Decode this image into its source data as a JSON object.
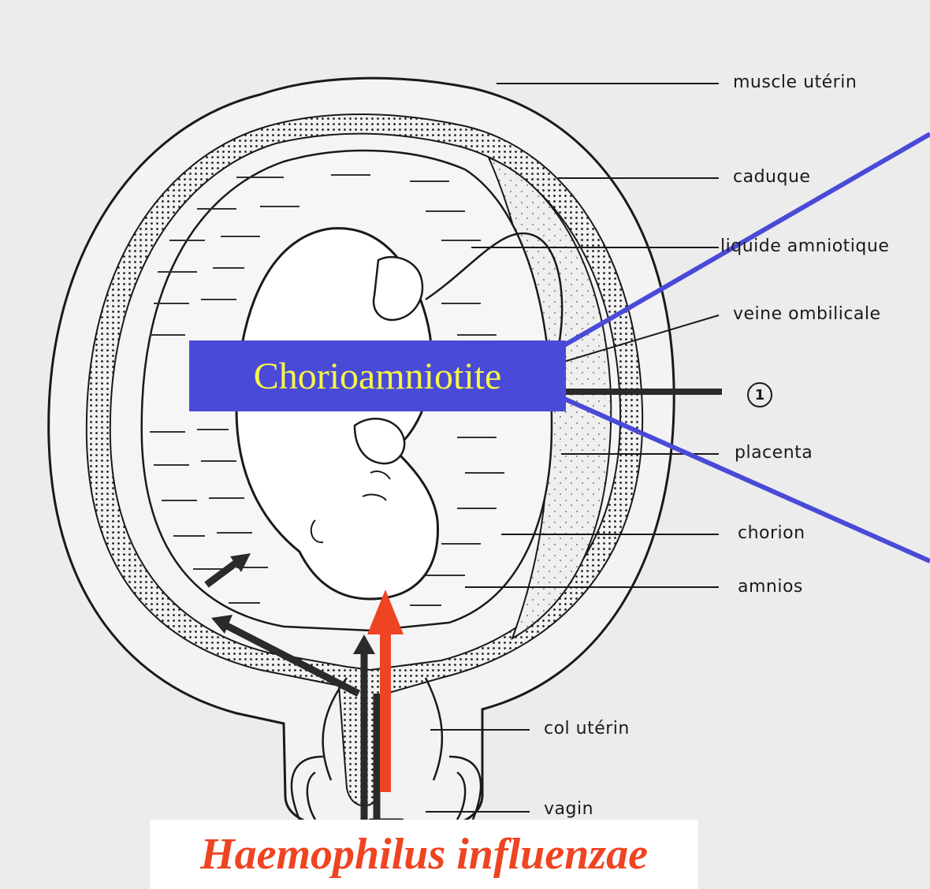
{
  "labels": {
    "muscle_uterin": "muscle utérin",
    "caduque": "caduque",
    "liquide_amniotique": "liquide amniotique",
    "veine_ombilicale": "veine ombilicale",
    "marker_number": "1",
    "placenta": "placenta",
    "chorion": "chorion",
    "amnios": "amnios",
    "col_uterin": "col utérin",
    "vagin": "vagin"
  },
  "callouts": {
    "chorioamniotite": "Chorioamniotite",
    "pathogen": "Haemophilus influenzae"
  },
  "colors": {
    "callout_box": "#4a4ad8",
    "callout_text": "#f5f54a",
    "pathogen_text": "#ee4422",
    "ascending_arrow": "#ee4422",
    "zoom_lines": "#4a4ad8"
  }
}
